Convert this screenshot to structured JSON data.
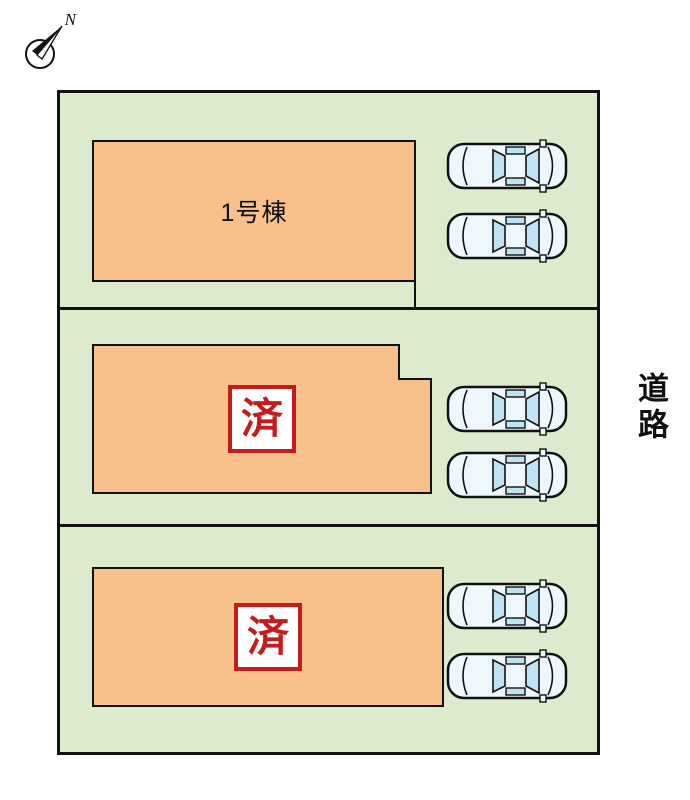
{
  "compass": {
    "label": "N"
  },
  "road": {
    "label": "道路"
  },
  "plots": [
    {
      "building_label": "1号棟",
      "stamp": ""
    },
    {
      "building_label": "",
      "stamp": "済"
    },
    {
      "building_label": "",
      "stamp": "済"
    }
  ],
  "colors": {
    "plot_fill": "#dcebcd",
    "building_fill": "#f8c18c",
    "stamp_red": "#c61b1b",
    "car_body": "#eef8fc",
    "car_glass": "#bfe3f2",
    "outline": "#111111"
  }
}
